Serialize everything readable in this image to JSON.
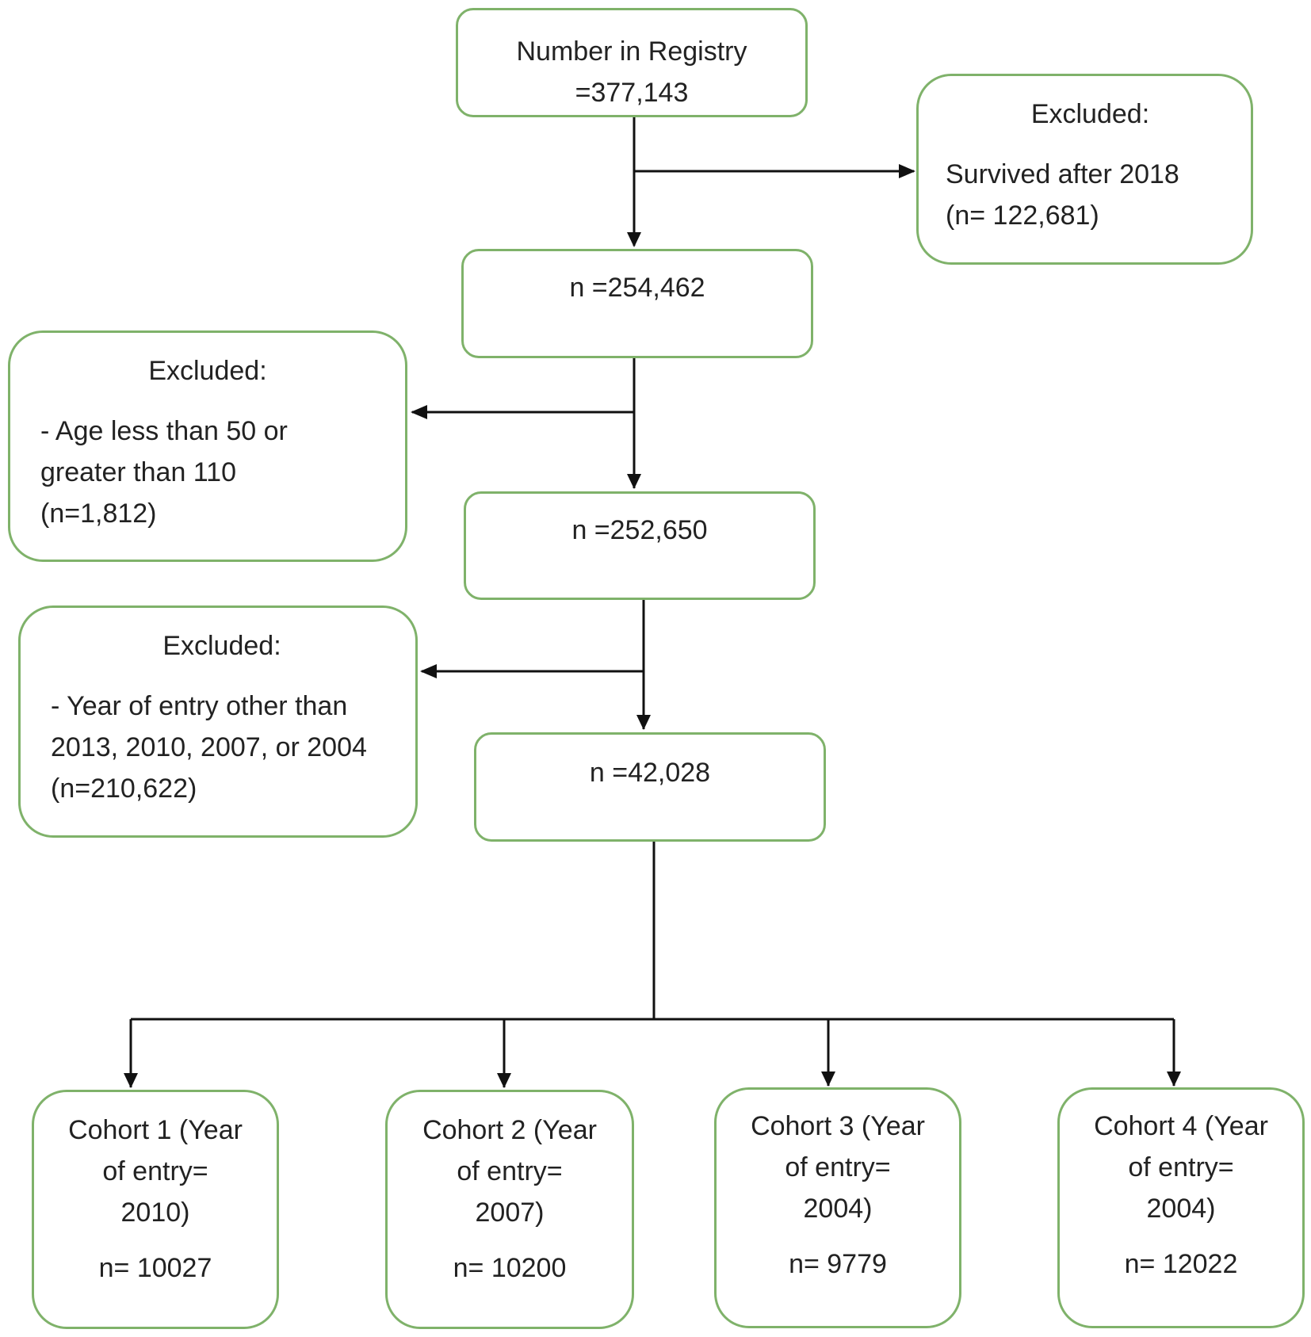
{
  "registry": {
    "line1": "Number in Registry",
    "line2": "=377,143"
  },
  "exclusion1": {
    "heading": "Excluded:",
    "line1": "Survived after 2018",
    "line2": "(n= 122,681)"
  },
  "step1": {
    "count": "n =254,462"
  },
  "exclusion2": {
    "heading": "Excluded:",
    "line1": "- Age less than 50 or",
    "line2": "greater than 110",
    "line3": "(n=1,812)"
  },
  "step2": {
    "count": "n =252,650"
  },
  "exclusion3": {
    "heading": "Excluded:",
    "line1": "- Year of entry other than",
    "line2": "2013, 2010, 2007,  or 2004",
    "line3": "(n=210,622)"
  },
  "step3": {
    "count": "n =42,028"
  },
  "cohorts": [
    {
      "line1": "Cohort 1 (Year",
      "line2": "of entry=",
      "line3": "2010)",
      "count": "n= 10027"
    },
    {
      "line1": "Cohort 2 (Year",
      "line2": "of entry=",
      "line3": "2007)",
      "count": "n= 10200"
    },
    {
      "line1": "Cohort 3 (Year",
      "line2": "of entry=",
      "line3": "2004)",
      "count": "n= 9779"
    },
    {
      "line1": "Cohort 4 (Year",
      "line2": "of entry=",
      "line3": "2004)",
      "count": "n= 12022"
    }
  ],
  "colors": {
    "box_border": "#7fb26a",
    "connector": "#111111",
    "text": "#222222"
  }
}
